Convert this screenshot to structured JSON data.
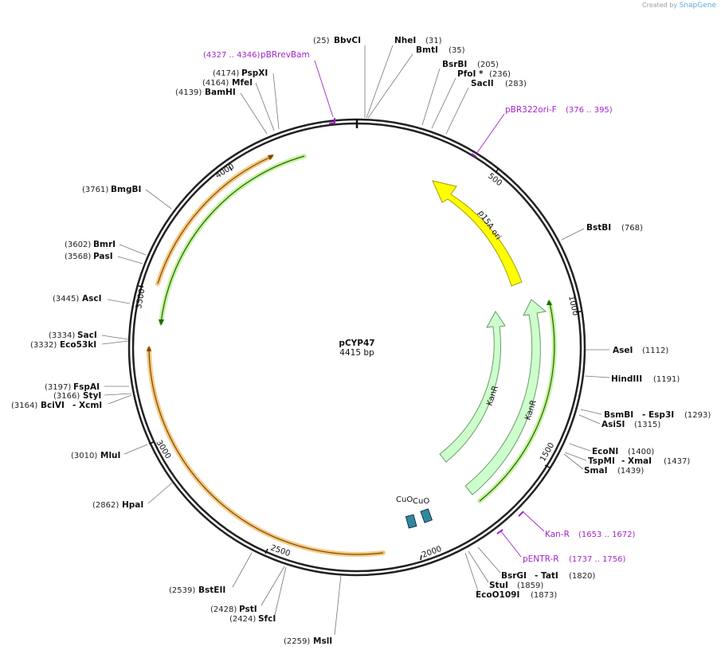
{
  "credit": {
    "prefix": "Created by",
    "brand": "SnapGene"
  },
  "plasmid": {
    "name": "pCYP47",
    "size_label": "4415 bp"
  },
  "ticks": [
    "500",
    "1000",
    "1500",
    "2000",
    "2500",
    "3000",
    "3500",
    "4000"
  ],
  "features": [
    {
      "id": "p15A",
      "label": "p15A ori",
      "color": "#ffff00",
      "stroke": "#aaaa00"
    },
    {
      "id": "KanR1",
      "label": "KanR",
      "color": "#ccffcc",
      "stroke": "#88bb88"
    },
    {
      "id": "KanR2",
      "label": "KanR",
      "color": "#ccffcc",
      "stroke": "#88bb88"
    },
    {
      "id": "CuO1",
      "label": "CuO",
      "color": "#2d8a9a"
    },
    {
      "id": "CuO2",
      "label": "CuO",
      "color": "#2d8a9a"
    }
  ],
  "primers": [
    {
      "name": "pBRrevBam",
      "pos": "(4327 .. 4346)"
    },
    {
      "name": "pBR322ori-F",
      "pos": "(376 .. 395)"
    },
    {
      "name": "Kan-R",
      "pos": "(1653 .. 1672)"
    },
    {
      "name": "pENTR-R",
      "pos": "(1737 .. 1756)"
    }
  ],
  "sites": {
    "BbvCI": {
      "name": "BbvCI",
      "pos": "(25)"
    },
    "NheI": {
      "name": "NheI",
      "pos": "(31)"
    },
    "BmtI": {
      "name": "BmtI",
      "pos": "(35)"
    },
    "BsrBI": {
      "name": "BsrBI",
      "pos": "(205)"
    },
    "PfoI": {
      "name": "PfoI *",
      "pos": "(236)"
    },
    "SacII": {
      "name": "SacII",
      "pos": "(283)"
    },
    "BstBI": {
      "name": "BstBI",
      "pos": "(768)"
    },
    "AseI": {
      "name": "AseI",
      "pos": "(1112)"
    },
    "HindIII": {
      "name": "HindIII",
      "pos": "(1191)"
    },
    "BsmBI": {
      "name": "BsmBI",
      "pos": ""
    },
    "Esp3I": {
      "name": "- Esp3I",
      "pos": "(1293)"
    },
    "AsiSI": {
      "name": "AsiSI",
      "pos": "(1315)"
    },
    "EcoNI": {
      "name": "EcoNI",
      "pos": "(1400)"
    },
    "TspMI": {
      "name": "TspMI",
      "pos": ""
    },
    "XmaI": {
      "name": "- XmaI",
      "pos": "(1437)"
    },
    "SmaI": {
      "name": "SmaI",
      "pos": "(1439)"
    },
    "BsrGI": {
      "name": "BsrGI",
      "pos": ""
    },
    "TatI": {
      "name": "- TatI",
      "pos": "(1820)"
    },
    "StuI": {
      "name": "StuI",
      "pos": "(1859)"
    },
    "EcoO109I": {
      "name": "EcoO109I",
      "pos": "(1873)"
    },
    "MslI": {
      "name": "MslI",
      "pos": "(2259)"
    },
    "SfcI": {
      "name": "SfcI",
      "pos": "(2424)"
    },
    "PstI": {
      "name": "PstI",
      "pos": "(2428)"
    },
    "BstEII": {
      "name": "BstEII",
      "pos": "(2539)"
    },
    "HpaI": {
      "name": "HpaI",
      "pos": "(2862)"
    },
    "MluI": {
      "name": "MluI",
      "pos": "(3010)"
    },
    "BciVI": {
      "name": "BciVI",
      "pos": "(3164)"
    },
    "XcmI": {
      "name": "- XcmI",
      "pos": ""
    },
    "StyI": {
      "name": "StyI",
      "pos": "(3166)"
    },
    "FspAI": {
      "name": "FspAI",
      "pos": "(3197)"
    },
    "Eco53kI": {
      "name": "Eco53kI",
      "pos": "(3332)"
    },
    "SacI": {
      "name": "SacI",
      "pos": "(3334)"
    },
    "AscI": {
      "name": "AscI",
      "pos": "(3445)"
    },
    "PasI": {
      "name": "PasI",
      "pos": "(3568)"
    },
    "BmrI": {
      "name": "BmrI",
      "pos": "(3602)"
    },
    "BmgBI": {
      "name": "BmgBI",
      "pos": "(3761)"
    },
    "BamHI": {
      "name": "BamHI",
      "pos": "(4139)"
    },
    "MfeI": {
      "name": "MfeI",
      "pos": "(4164)"
    },
    "PspXI": {
      "name": "PspXI",
      "pos": "(4174)"
    }
  }
}
